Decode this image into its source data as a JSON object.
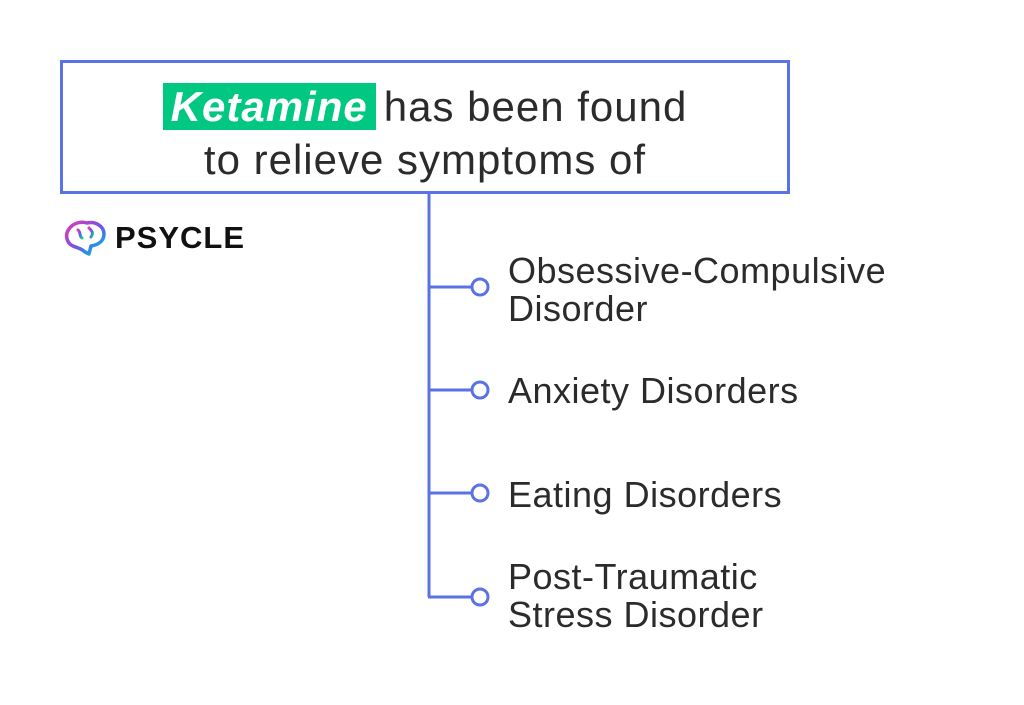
{
  "header": {
    "highlight": "Ketamine",
    "line1_rest": "has been found",
    "line2": "to relieve symptoms of"
  },
  "logo": {
    "text": "PSYCLE",
    "icon": "brain-icon"
  },
  "items": [
    {
      "line1": "Obsessive-Compulsive",
      "line2": "Disorder"
    },
    {
      "line1": "Anxiety Disorders",
      "line2": ""
    },
    {
      "line1": "Eating Disorders",
      "line2": ""
    },
    {
      "line1": "Post-Traumatic",
      "line2": "Stress Disorder"
    }
  ],
  "colors": {
    "accent": "#5b72e6",
    "highlight": "#00c882",
    "text": "#2b2b2b"
  }
}
